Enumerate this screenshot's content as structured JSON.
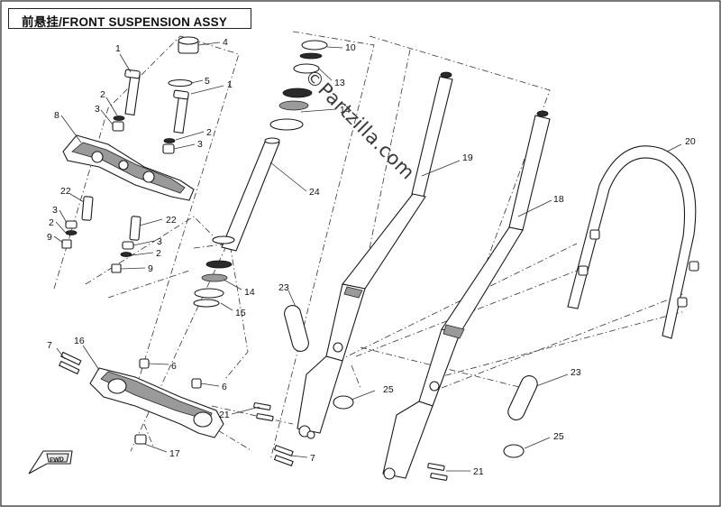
{
  "title": "前悬挂/FRONT SUSPENSION ASSY",
  "watermark": "©Partzilla.com",
  "direction_label": "FWD",
  "callouts": {
    "c1a": "1",
    "c1b": "1",
    "c2a": "2",
    "c2b": "2",
    "c2c": "2",
    "c2d": "2",
    "c3a": "3",
    "c3b": "3",
    "c3c": "3",
    "c3d": "3",
    "c4": "4",
    "c5": "5",
    "c6a": "6",
    "c6b": "6",
    "c7a": "7",
    "c7b": "7",
    "c8": "8",
    "c9a": "9",
    "c9b": "9",
    "c10": "10",
    "c13": "13",
    "c14a": "14",
    "c14b": "14",
    "c15": "15",
    "c16": "16",
    "c17": "17",
    "c18": "18",
    "c19": "19",
    "c20": "20",
    "c21a": "21",
    "c21b": "21",
    "c22a": "22",
    "c22b": "22",
    "c23a": "23",
    "c23b": "23",
    "c24": "24",
    "c25a": "25",
    "c25b": "25"
  }
}
